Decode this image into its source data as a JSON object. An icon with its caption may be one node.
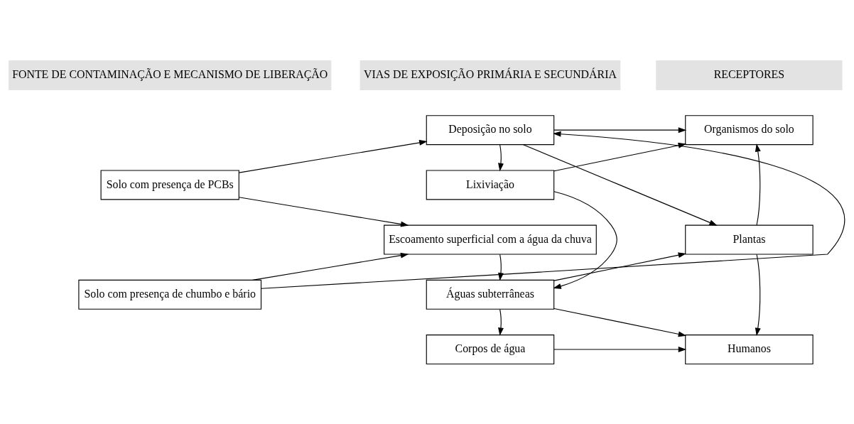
{
  "diagram": {
    "nodes": [
      {
        "text": [
          "FONTE DE CONTAMINAÇÃO E MECANISMO DE LIBERAÇÃO"
        ]
      },
      {
        "text": [
          "VIAS DE EXPOSIÇÃO PRIMÁRIA E SECUNDÁRIA"
        ]
      },
      {
        "text": [
          "RECEPTORES"
        ]
      },
      {
        "text": [
          "Solo com presença de PCBs"
        ]
      },
      {
        "text": [
          "Solo com presença de chumbo e bário"
        ]
      },
      {
        "text": [
          "Deposição no solo"
        ]
      },
      {
        "text": [
          "Lixiviação"
        ]
      },
      {
        "text": [
          "Escoamento superficial com a água da chuva"
        ]
      },
      {
        "text": [
          "Águas subterrâneas"
        ]
      },
      {
        "text": [
          "Corpos de água"
        ]
      },
      {
        "text": [
          "Organismos do solo"
        ]
      },
      {
        "text": [
          "Plantas"
        ]
      },
      {
        "text": [
          "Humanos"
        ]
      }
    ],
    "edges": [
      {
        "from": 3,
        "to": 5,
        "arrow": "to"
      },
      {
        "from": 3,
        "to": 7,
        "arrow": "to"
      },
      {
        "from": 4,
        "to": 5,
        "arrow": "to"
      },
      {
        "from": 4,
        "to": 7,
        "arrow": "to"
      },
      {
        "from": 5,
        "to": 6,
        "arrow": "to"
      },
      {
        "from": 5,
        "to": 10,
        "arrow": "to"
      },
      {
        "from": 5,
        "to": 11,
        "arrow": "to"
      },
      {
        "from": 6,
        "to": 10,
        "arrow": "to"
      },
      {
        "from": 6,
        "to": 8,
        "arrow": "to"
      },
      {
        "from": 7,
        "to": 8,
        "arrow": "to"
      },
      {
        "from": 8,
        "to": 11,
        "arrow": "to"
      },
      {
        "from": 8,
        "to": 12,
        "arrow": "to"
      },
      {
        "from": 8,
        "to": 9,
        "arrow": "to"
      },
      {
        "from": 9,
        "to": 12,
        "arrow": "to"
      },
      {
        "from": 11,
        "to": 10,
        "arrow": "to"
      },
      {
        "from": 11,
        "to": 12,
        "arrow": "to"
      }
    ]
  }
}
